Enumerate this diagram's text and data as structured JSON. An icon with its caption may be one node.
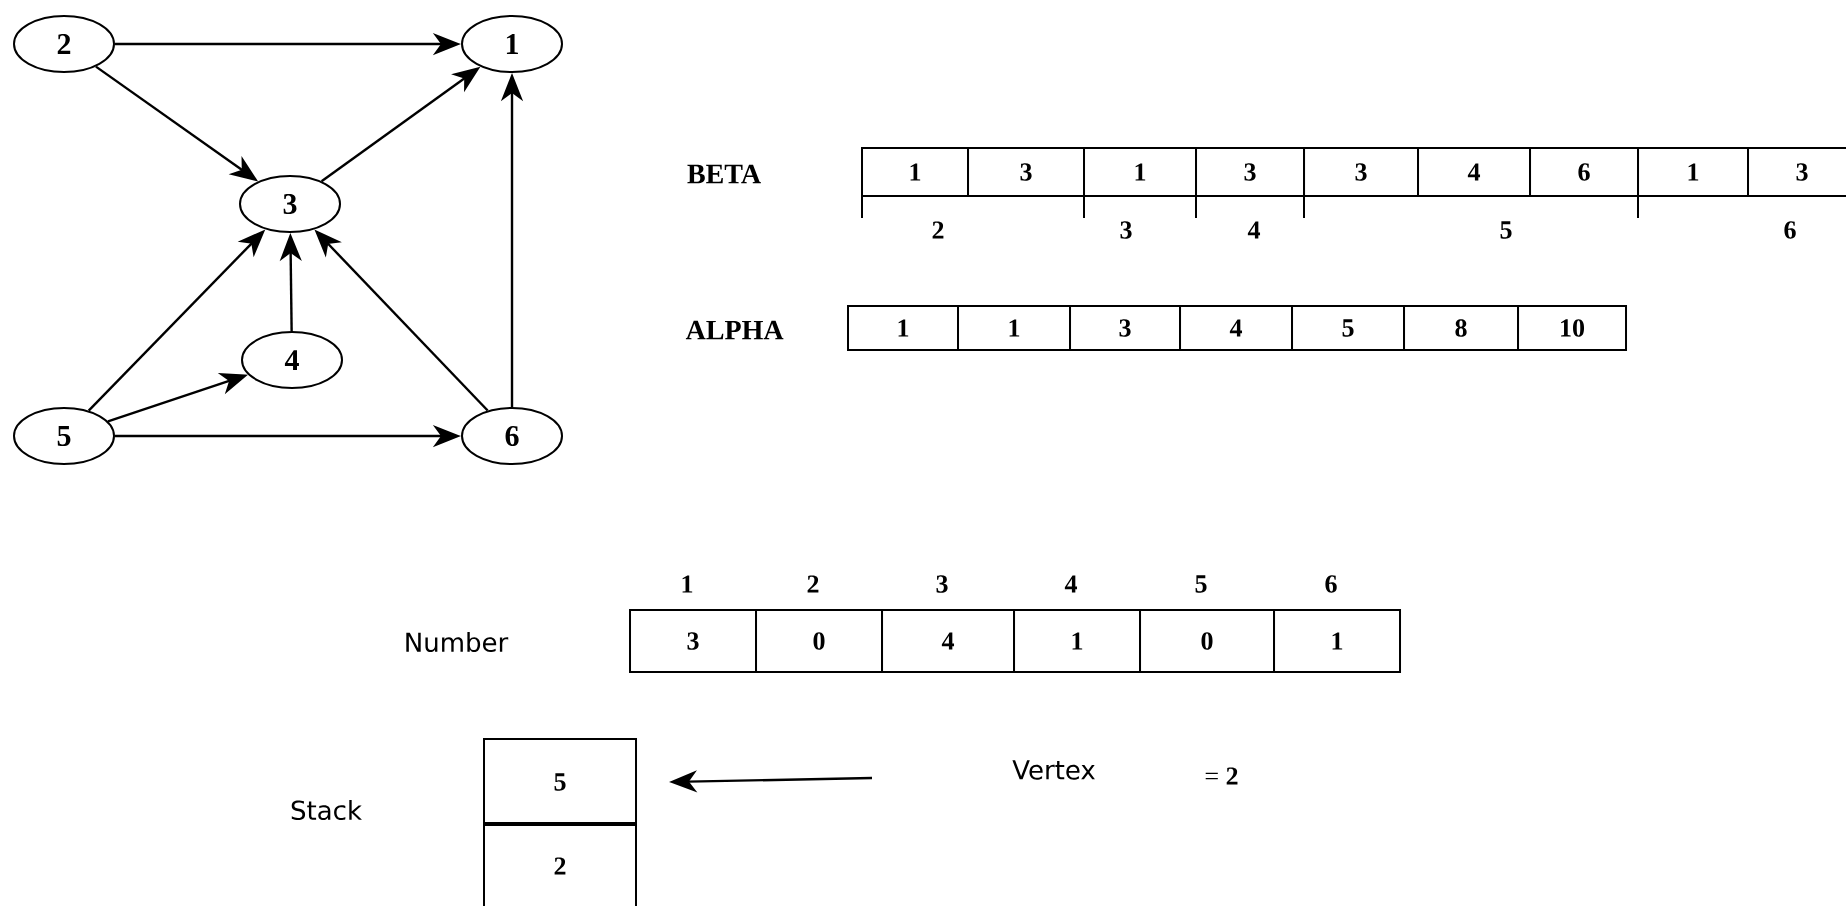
{
  "diagram": {
    "nodes": [
      {
        "text": [
          "2"
        ]
      },
      {
        "text": [
          "1"
        ]
      },
      {
        "text": [
          "3"
        ]
      },
      {
        "text": [
          "4"
        ]
      },
      {
        "text": [
          "5"
        ]
      },
      {
        "text": [
          "6"
        ]
      },
      {
        "text": [
          "5"
        ]
      },
      {
        "text": [
          "2"
        ]
      }
    ],
    "edges": [
      {
        "from": 0,
        "to": 1,
        "arrow": "to"
      },
      {
        "from": 0,
        "to": 2,
        "arrow": "to"
      },
      {
        "from": 2,
        "to": 1,
        "arrow": "to"
      },
      {
        "from": 3,
        "to": 2,
        "arrow": "to"
      },
      {
        "from": 4,
        "to": 2,
        "arrow": "to"
      },
      {
        "from": 4,
        "to": 3,
        "arrow": "to"
      },
      {
        "from": 4,
        "to": 5,
        "arrow": "to"
      },
      {
        "from": 5,
        "to": 2,
        "arrow": "to"
      },
      {
        "from": 5,
        "to": 1,
        "arrow": "to"
      },
      {
        "from": null,
        "to": 6,
        "arrow": "to"
      }
    ],
    "labels": [
      "BETA",
      "1",
      "3",
      "1",
      "3",
      "3",
      "4",
      "6",
      "1",
      "3",
      "2",
      "3",
      "4",
      "5",
      "6",
      "ALPHA",
      "1",
      "1",
      "3",
      "4",
      "5",
      "8",
      "10",
      "1",
      "2",
      "3",
      "4",
      "5",
      "6",
      "Number",
      "3",
      "0",
      "4",
      "1",
      "0",
      "1",
      "Stack",
      "Vertex",
      "= **2**"
    ]
  }
}
